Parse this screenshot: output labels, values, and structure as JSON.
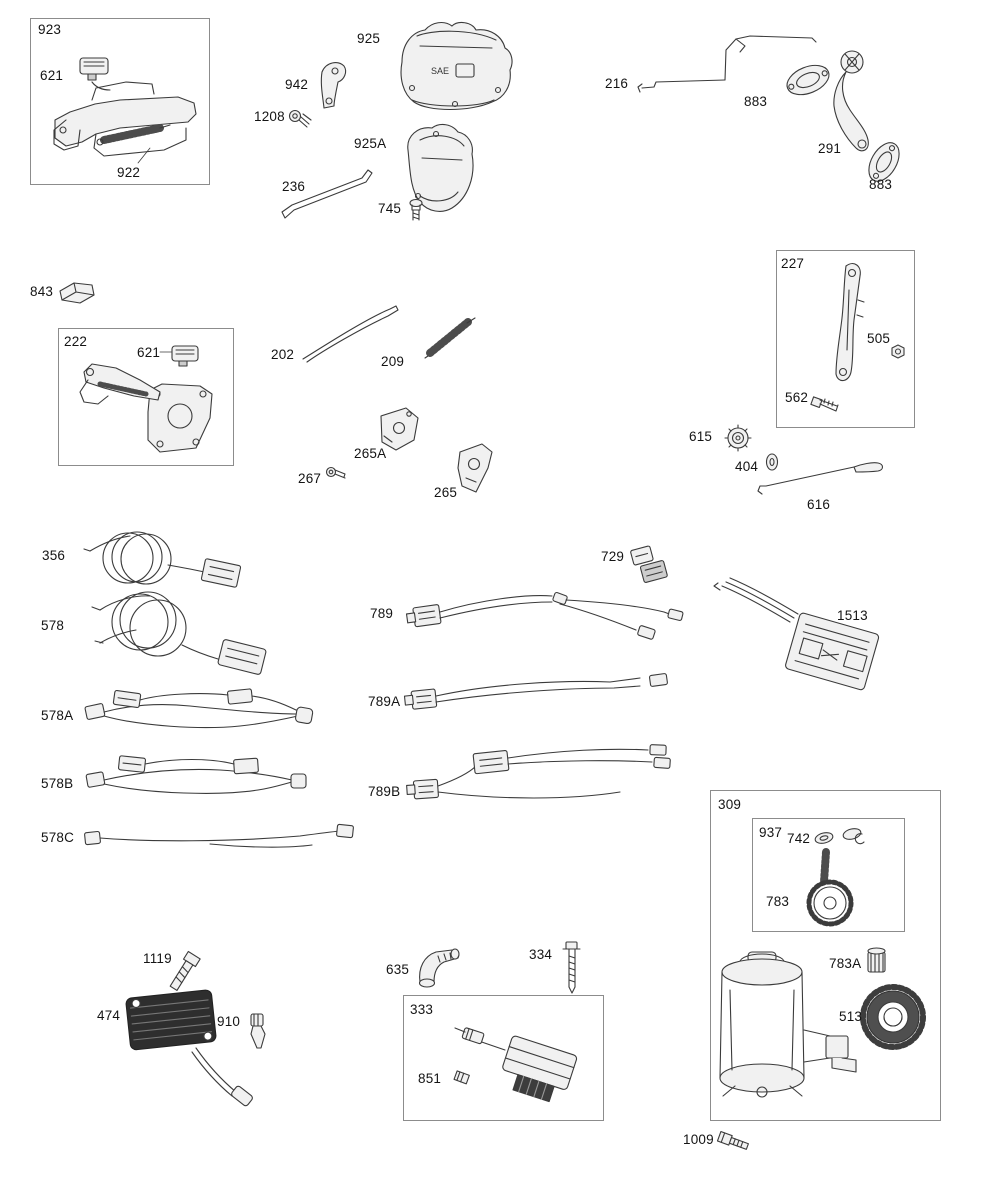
{
  "diagram": {
    "kind": "exploded-parts-diagram",
    "background": "#ffffff",
    "line_color": "#3b3b3b",
    "group_boxes": [
      "923",
      "222",
      "227",
      "309",
      "937",
      "333"
    ]
  },
  "labels": {
    "p923": "923",
    "p621a": "621",
    "p922": "922",
    "p925": "925",
    "p942": "942",
    "p1208": "1208",
    "p925A": "925A",
    "p236": "236",
    "p745": "745",
    "p216": "216",
    "p883a": "883",
    "p291": "291",
    "p883b": "883",
    "p843": "843",
    "p222": "222",
    "p621b": "621",
    "p202": "202",
    "p209": "209",
    "p227": "227",
    "p505": "505",
    "p562": "562",
    "p615": "615",
    "p404": "404",
    "p616": "616",
    "p265A": "265A",
    "p267": "267",
    "p265": "265",
    "p356": "356",
    "p578": "578",
    "p578A": "578A",
    "p578B": "578B",
    "p578C": "578C",
    "p729": "729",
    "p789": "789",
    "p1513": "1513",
    "p789A": "789A",
    "p789B": "789B",
    "p309": "309",
    "p937": "937",
    "p742": "742",
    "p783": "783",
    "p783A": "783A",
    "p513": "513",
    "p1119": "1119",
    "p474": "474",
    "p910": "910",
    "p635": "635",
    "p334": "334",
    "p333": "333",
    "p851": "851",
    "p1009": "1009"
  },
  "markings": {
    "sae": "SAE"
  }
}
